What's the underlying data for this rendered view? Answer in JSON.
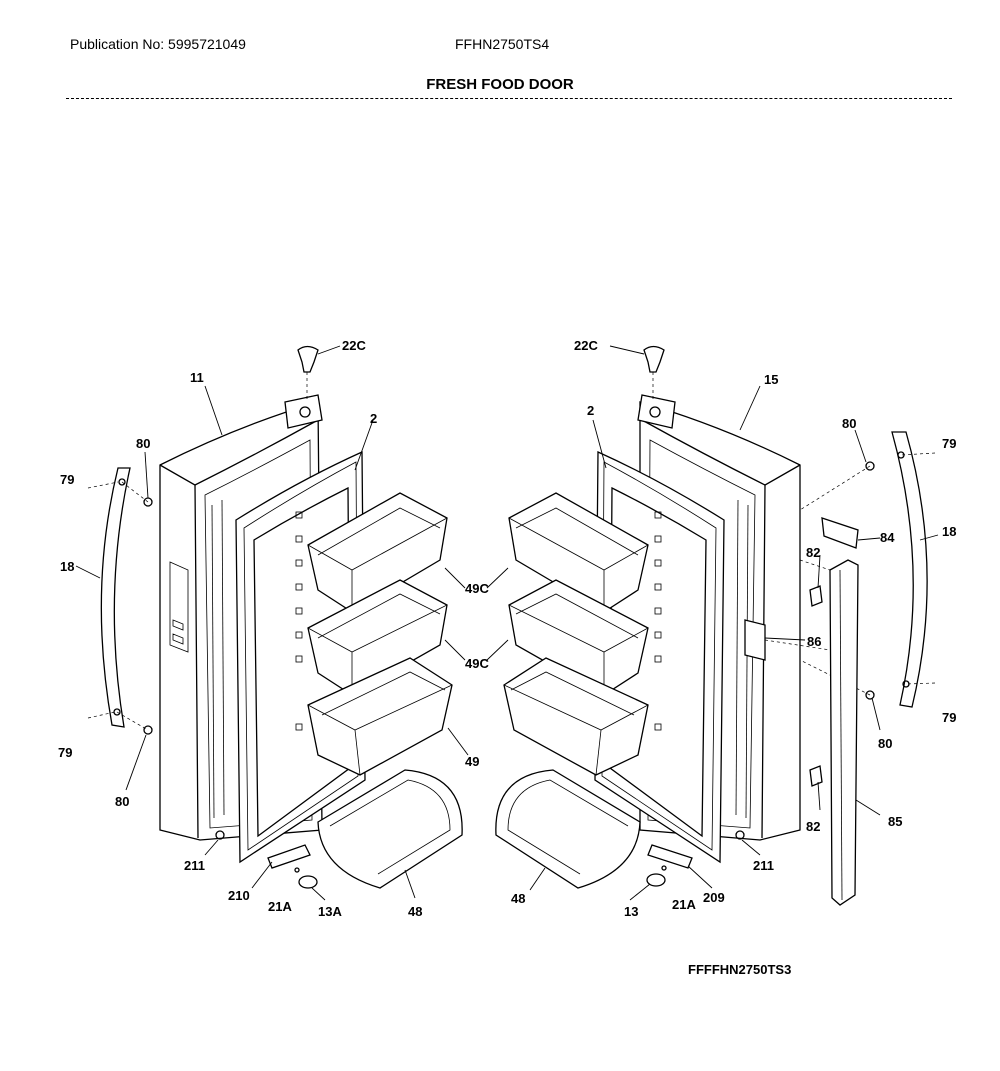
{
  "header": {
    "publication": "Publication No: 5995721049",
    "model": "FFHN2750TS4",
    "title": "FRESH FOOD DOOR"
  },
  "footer": {
    "code": "FFFFHN2750TS3"
  },
  "callouts": {
    "c22c_left": "22C",
    "c22c_right": "22C",
    "c11": "11",
    "c15": "15",
    "c2_left": "2",
    "c2_right": "2",
    "c80_ul": "80",
    "c80_ur": "80",
    "c80_ll": "80",
    "c80_lr": "80",
    "c79_ul": "79",
    "c79_ur": "79",
    "c79_ll": "79",
    "c79_lr": "79",
    "c18_left": "18",
    "c18_right": "18",
    "c49c_1": "49C",
    "c49c_2": "49C",
    "c49": "49",
    "c84": "84",
    "c82_top": "82",
    "c82_bot": "82",
    "c86": "86",
    "c85": "85",
    "c211_left": "211",
    "c211_right": "211",
    "c210": "210",
    "c209": "209",
    "c21a_left": "21A",
    "c21a_right": "21A",
    "c13a": "13A",
    "c13": "13",
    "c48_left": "48",
    "c48_right": "48"
  }
}
